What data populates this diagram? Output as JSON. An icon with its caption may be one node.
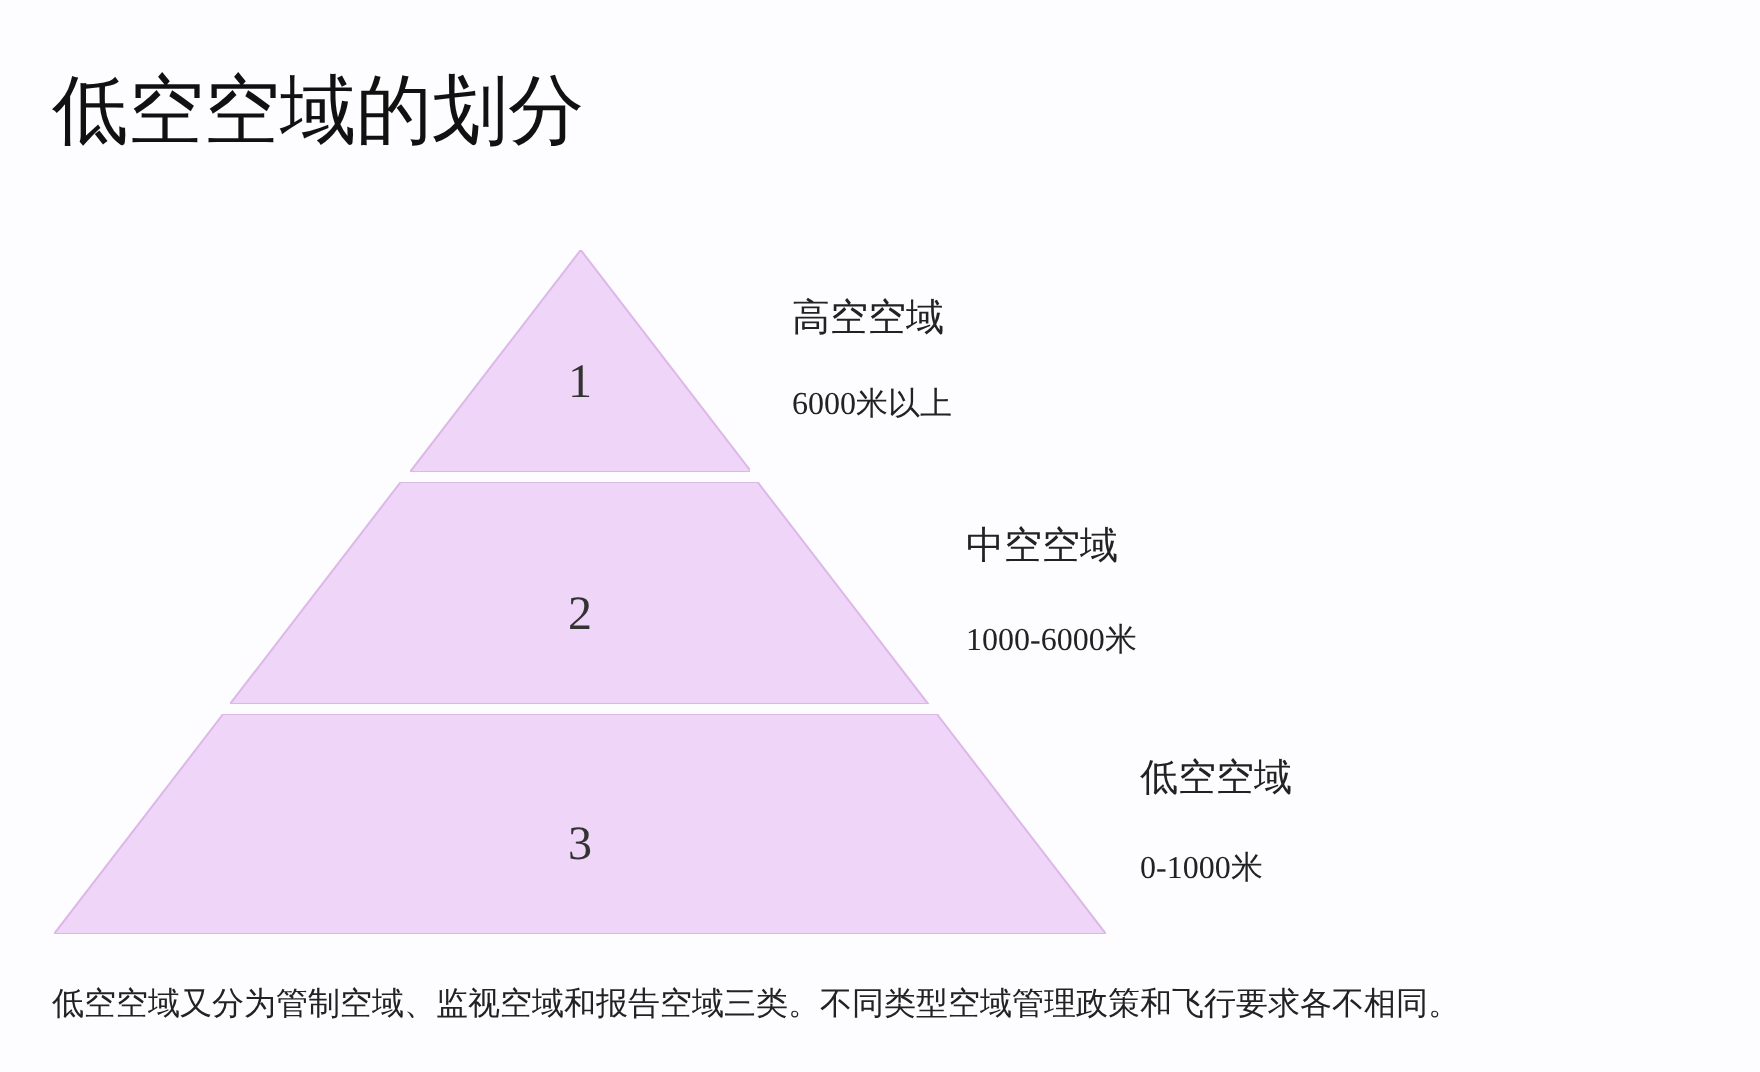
{
  "diagram": {
    "title": "低空空域的划分",
    "caption": "低空空域又分为管制空域、监视空域和报告空域三类。不同类型空域管理政策和飞行要求各不相同。",
    "nodes": [
      {
        "text": [
          "1"
        ],
        "beside": [
          "高空空域",
          "6000米以上"
        ]
      },
      {
        "text": [
          "2"
        ],
        "beside": [
          "中空空域",
          "1000-6000米"
        ]
      },
      {
        "text": [
          "3"
        ],
        "beside": [
          "低空空域",
          "0-1000米"
        ]
      }
    ]
  }
}
